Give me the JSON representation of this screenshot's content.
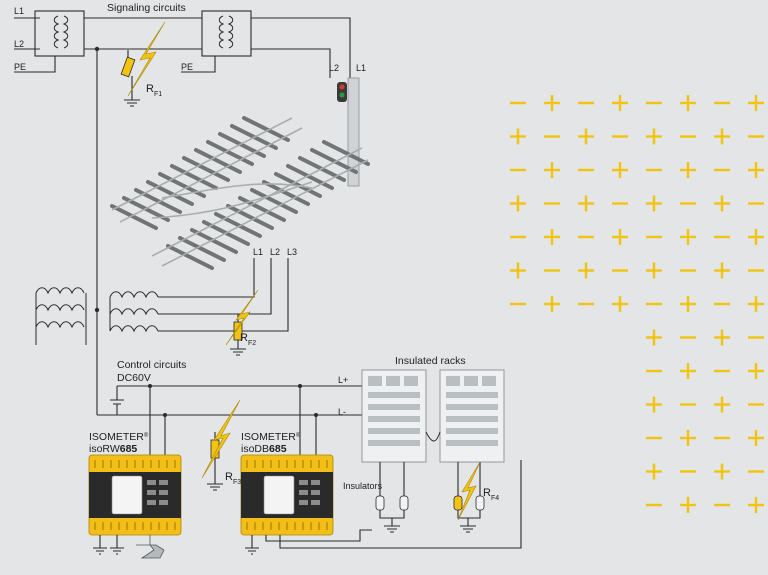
{
  "labels": {
    "signaling_circuits": "Signaling circuits",
    "control_circuits": "Control circuits",
    "dc": "DC60V",
    "insulated_racks": "Insulated racks",
    "insulators": "Insulators",
    "L1": "L1",
    "L2": "L2",
    "L3": "L3",
    "PE": "PE",
    "L_plus": "L+",
    "L_minus": "L-",
    "R": "R",
    "F1": "F1",
    "F2": "F2",
    "F3": "F3",
    "F4": "F4"
  },
  "devices": [
    {
      "brand": "ISOMETER",
      "reg": "®",
      "model_prefix": "isoRW",
      "model_number": "685"
    },
    {
      "brand": "ISOMETER",
      "reg": "®",
      "model_prefix": "isoDB",
      "model_number": "685"
    }
  ],
  "colors": {
    "background": "#e3e5e6",
    "accent_yellow": "#f1c40f",
    "wire": "#2b2b2b"
  },
  "symbol_field": {
    "rows": [
      "-+-+-+-+",
      "+-+-+-+-",
      "-+-+-+-+",
      "+-+-+-+-",
      "-+-+-+-+",
      "+-+-+-+-",
      "-+-+-+-+",
      "    +-+-",
      "    -+-+",
      "    +-+-",
      "    -+-+",
      "    +-+-",
      "    -+-+"
    ]
  }
}
